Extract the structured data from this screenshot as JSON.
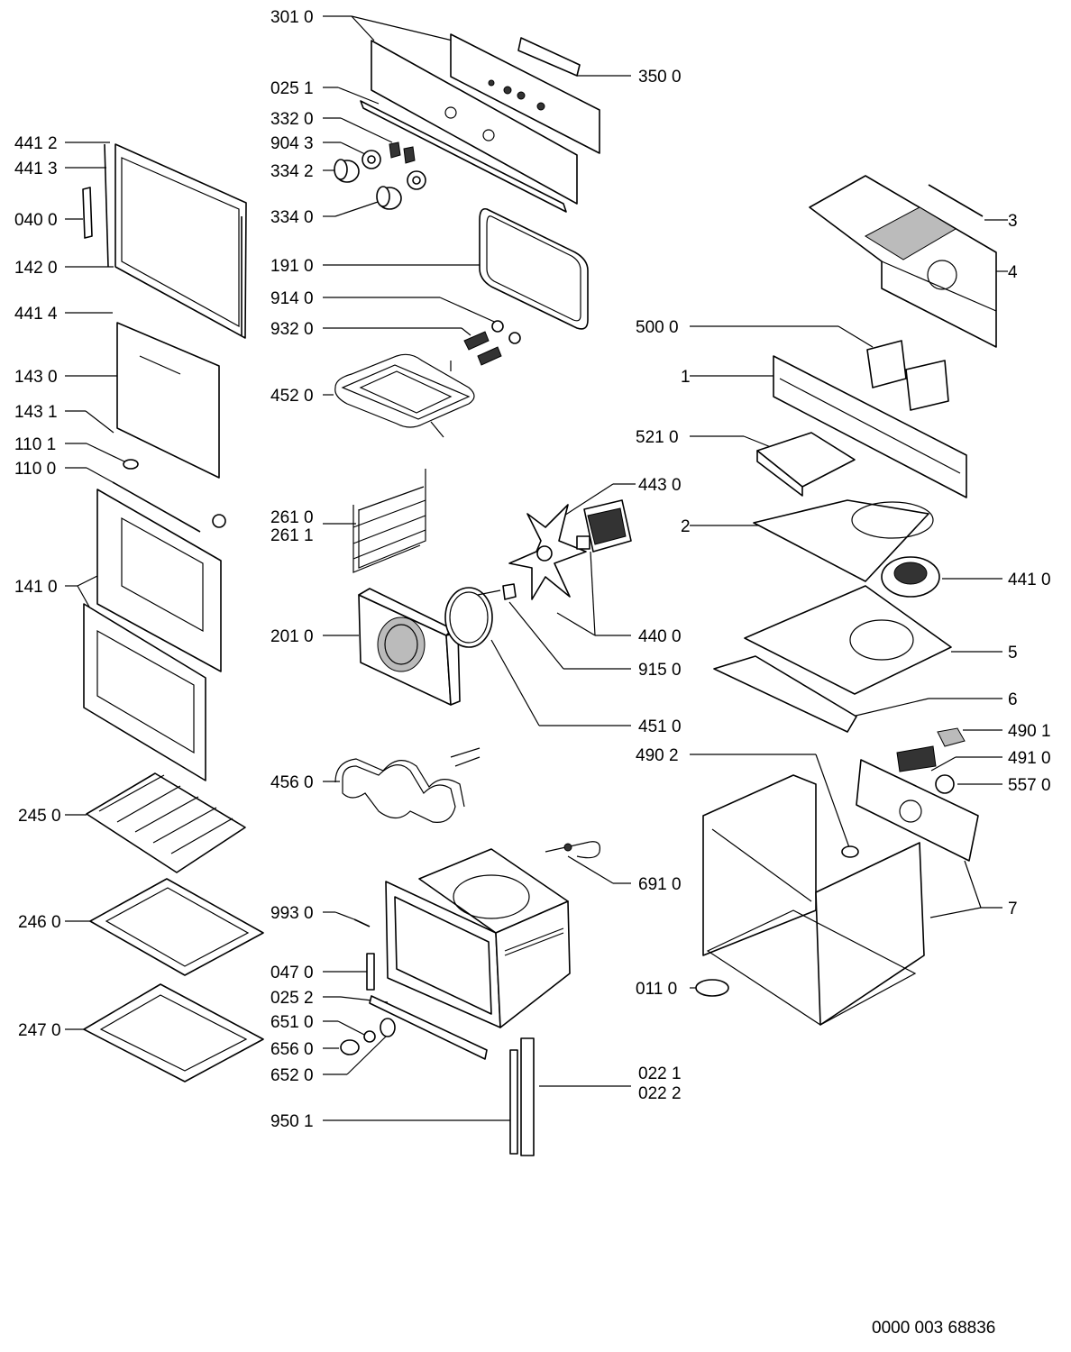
{
  "doc_number": "0000 003 68836",
  "labels": {
    "l3010": "301 0",
    "l0251": "025 1",
    "l3320": "332 0",
    "l9043": "904 3",
    "l3342": "334 2",
    "l3340": "334 0",
    "l1910": "191 0",
    "l9140": "914 0",
    "l9320": "932 0",
    "l4520": "452 0",
    "l2610": "261 0",
    "l2611": "261 1",
    "l2010": "201 0",
    "l4560": "456 0",
    "l9930": "993 0",
    "l0470": "047 0",
    "l0252": "025 2",
    "l6510": "651 0",
    "l6560": "656 0",
    "l6520": "652 0",
    "l9501": "950 1",
    "l3500": "350 0",
    "l4430": "443 0",
    "l4400": "440 0",
    "l9150": "915 0",
    "l4510": "451 0",
    "l6910": "691 0",
    "l0221": "022 1",
    "l0222": "022 2",
    "l4412": "441 2",
    "l4413": "441 3",
    "l0400": "040 0",
    "l1420": "142 0",
    "l4414": "441 4",
    "l1430": "143 0",
    "l1431": "143 1",
    "l1101": "110 1",
    "l1100": "110 0",
    "l1410": "141 0",
    "l2450": "245 0",
    "l2460": "246 0",
    "l2470": "247 0",
    "l3": "3",
    "l4": "4",
    "l5000": "500 0",
    "l1": "1",
    "l5210": "521 0",
    "l2": "2",
    "l4410": "441 0",
    "l5": "5",
    "l6": "6",
    "l4901": "490 1",
    "l4902": "490 2",
    "l4910": "491 0",
    "l5570": "557 0",
    "l7": "7",
    "l0110": "011 0"
  }
}
